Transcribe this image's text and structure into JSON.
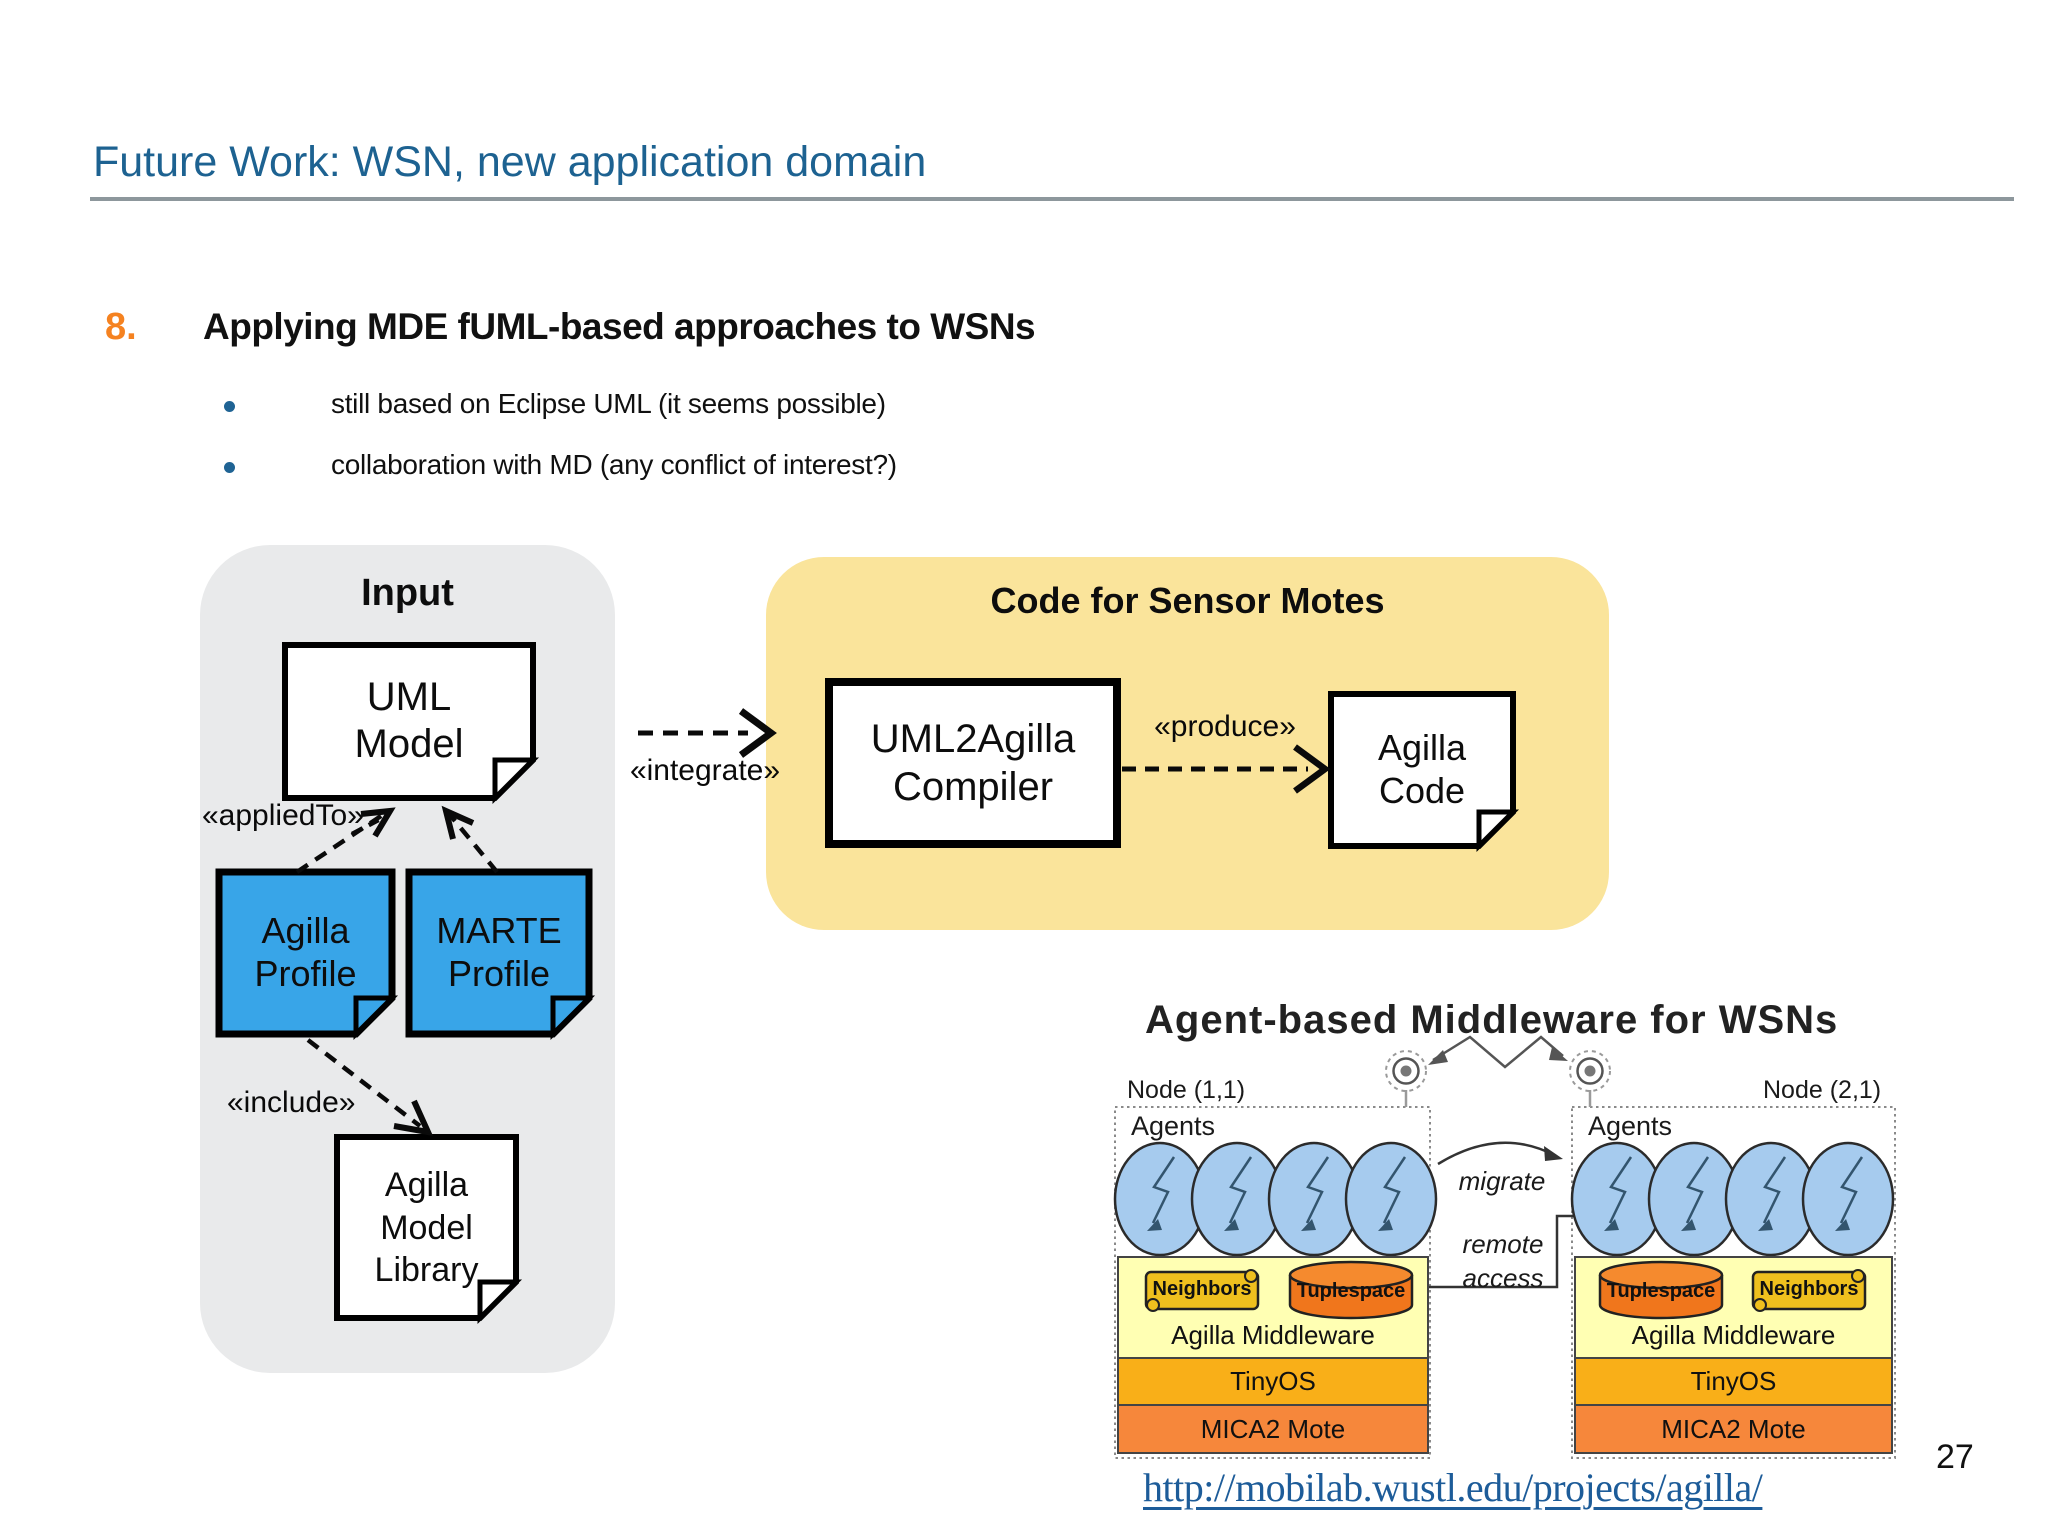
{
  "slide": {
    "title": "Future Work: WSN, new application domain",
    "page_number": "27"
  },
  "heading": {
    "number": "8.",
    "text": "Applying MDE fUML-based approaches to WSNs"
  },
  "bullets": [
    {
      "text": "still based on Eclipse UML (it seems possible)"
    },
    {
      "text": "collaboration with MD (any conflict of interest?)"
    }
  ],
  "input_group": {
    "title": "Input",
    "uml_model": "UML\nModel",
    "applied_to_label": "«appliedTo»",
    "agilla_profile": "Agilla\nProfile",
    "marte_profile": "MARTE\nProfile",
    "include_label": "«include»",
    "agilla_model_library": "Agilla\nModel\nLibrary",
    "integrate_label": "«integrate»"
  },
  "code_group": {
    "title": "Code for Sensor Motes",
    "compiler": "UML2Agilla\nCompiler",
    "produce_label": "«produce»",
    "agilla_code": "Agilla\nCode"
  },
  "middleware": {
    "title": "Agent-based Middleware for WSNs",
    "node1_label": "Node (1,1)",
    "node2_label": "Node (2,1)",
    "agents_label": "Agents",
    "migrate_label": "migrate",
    "remote_access_label": "remote\naccess",
    "node1": {
      "neighbors": "Neighbors",
      "tuplespace": "Tuplespace",
      "middleware_label": "Agilla Middleware",
      "os_label": "TinyOS",
      "hw_label": "MICA2 Mote"
    },
    "node2": {
      "neighbors": "Neighbors",
      "tuplespace": "Tuplespace",
      "middleware_label": "Agilla Middleware",
      "os_label": "TinyOS",
      "hw_label": "MICA2 Mote"
    }
  },
  "footer": {
    "link": "http://mobilab.wustl.edu/projects/agilla/"
  },
  "colors": {
    "title_blue": "#1D6291",
    "accent_orange": "#F58220",
    "bullet_blue": "#1F6394",
    "input_panel_gray": "#E9EAEB",
    "code_panel_yellow": "#FAE49B",
    "profile_note_blue": "#38A5E8",
    "agent_ellipse_blue": "#A6CBEE",
    "middleware_panel_yellow": "#FFFFB3",
    "tinyos_amber": "#F9AF18",
    "mica2_orange": "#F6873B",
    "neighbors_gold": "#EFC01E",
    "tuplespace_orange": "#F0761C",
    "link_blue": "#1D5C99"
  }
}
